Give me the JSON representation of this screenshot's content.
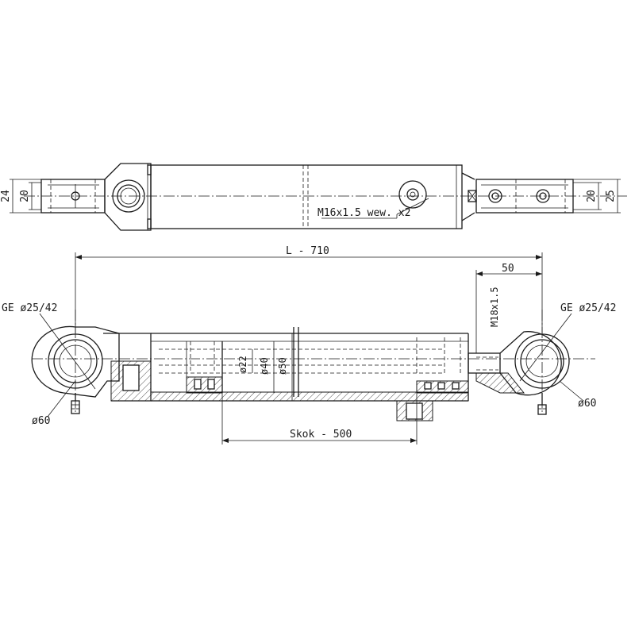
{
  "top_view": {
    "dim_left_outer": "24",
    "dim_left_inner": "20",
    "dim_right_inner": "20",
    "dim_right_outer": "25",
    "port_note": "M16x1.5 wew.   x2"
  },
  "side_view": {
    "length": "L - 710",
    "rod_end_offset": "50",
    "rod_thread": "M18x1.5",
    "bearing_left": "GE ø25/42",
    "bearing_right": "GE ø25/42",
    "eye_left": "ø60",
    "eye_right": "ø60",
    "rod_diameter": "ø22",
    "bore_diameter": "ø40",
    "tube_diameter": "ø50",
    "stroke": "Skok - 500"
  },
  "colors": {
    "line": "#1a1a1a",
    "background": "#ffffff"
  }
}
